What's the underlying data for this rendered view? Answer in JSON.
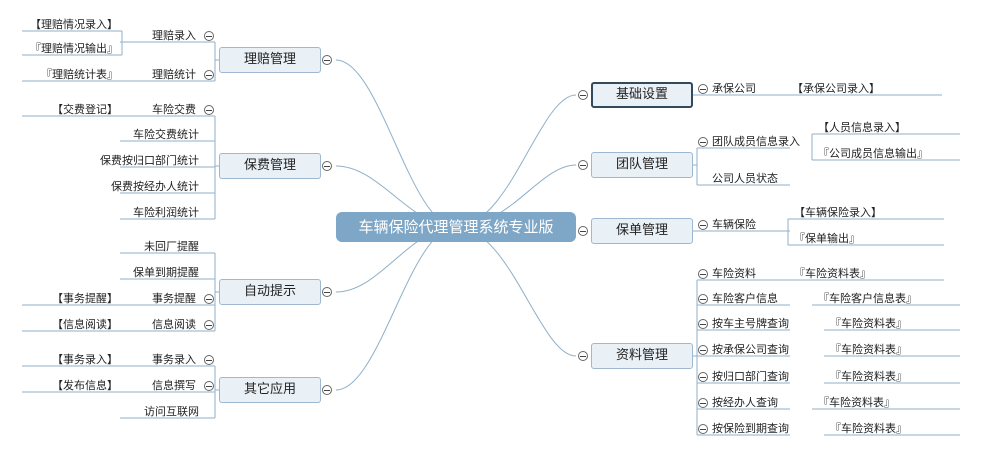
{
  "diagram": {
    "central": "车辆保险代理管理系统专业版",
    "left": [
      {
        "label": "理赔管理",
        "children": [
          {
            "label": "理赔录入",
            "children": [
              "【理赔情况录入】",
              "『理赔情况输出』"
            ]
          },
          {
            "label": "理赔统计",
            "children": [
              "『理赔统计表』"
            ]
          }
        ]
      },
      {
        "label": "保费管理",
        "children": [
          {
            "label": "车险交费",
            "children": [
              "【交费登记】"
            ]
          },
          {
            "label": "车险交费统计",
            "children": []
          },
          {
            "label": "保费按归口部门统计",
            "children": []
          },
          {
            "label": "保费按经办人统计",
            "children": []
          },
          {
            "label": "车险利润统计",
            "children": []
          }
        ]
      },
      {
        "label": "自动提示",
        "children": [
          {
            "label": "未回厂提醒",
            "children": []
          },
          {
            "label": "保单到期提醒",
            "children": []
          },
          {
            "label": "事务提醒",
            "children": [
              "【事务提醒】"
            ]
          },
          {
            "label": "信息阅读",
            "children": [
              "【信息阅读】"
            ]
          }
        ]
      },
      {
        "label": "其它应用",
        "children": [
          {
            "label": "事务录入",
            "children": [
              "【事务录入】"
            ]
          },
          {
            "label": "信息撰写",
            "children": [
              "【发布信息】"
            ]
          },
          {
            "label": "访问互联网",
            "children": []
          }
        ]
      }
    ],
    "right": [
      {
        "label": "基础设置",
        "selected": true,
        "children": [
          {
            "label": "承保公司",
            "children": [
              "【承保公司录入】"
            ]
          }
        ]
      },
      {
        "label": "团队管理",
        "children": [
          {
            "label": "团队成员信息录入",
            "children": [
              "【人员信息录入】",
              "『公司成员信息输出』"
            ]
          },
          {
            "label": "公司人员状态",
            "children": []
          }
        ]
      },
      {
        "label": "保单管理",
        "children": [
          {
            "label": "车辆保险",
            "children": [
              "【车辆保险录入】",
              "『保单输出』"
            ]
          }
        ]
      },
      {
        "label": "资料管理",
        "children": [
          {
            "label": "车险资料",
            "children": [
              "『车险资料表』"
            ]
          },
          {
            "label": "车险客户信息",
            "children": [
              "『车险客户信息表』"
            ]
          },
          {
            "label": "按车主号牌查询",
            "children": [
              "『车险资料表』"
            ]
          },
          {
            "label": "按承保公司查询",
            "children": [
              "『车险资料表』"
            ]
          },
          {
            "label": "按归口部门查询",
            "children": [
              "『车险资料表』"
            ]
          },
          {
            "label": "按经办人查询",
            "children": [
              "『车险资料表』"
            ]
          },
          {
            "label": "按保险到期查询",
            "children": [
              "『车险资料表』"
            ]
          }
        ]
      }
    ]
  }
}
